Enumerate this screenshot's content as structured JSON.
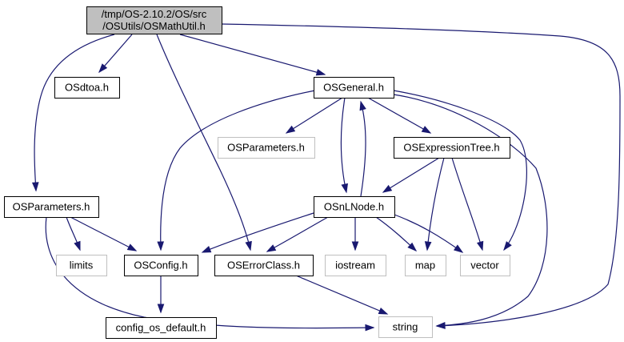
{
  "diagram": {
    "nodes": [
      {
        "id": "main",
        "kind": "main",
        "lines": [
          "/tmp/OS-2.10.2/OS/src",
          "/OSUtils/OSMathUtil.h"
        ]
      },
      {
        "id": "osdtoa",
        "kind": "local",
        "lines": [
          "OSdtoa.h"
        ]
      },
      {
        "id": "osgeneral",
        "kind": "local",
        "lines": [
          "OSGeneral.h"
        ]
      },
      {
        "id": "osparams_sys",
        "kind": "system",
        "lines": [
          "OSParameters.h"
        ]
      },
      {
        "id": "osexprtree",
        "kind": "local",
        "lines": [
          "OSExpressionTree.h"
        ]
      },
      {
        "id": "osparams",
        "kind": "local",
        "lines": [
          "OSParameters.h"
        ]
      },
      {
        "id": "osnlnode",
        "kind": "local",
        "lines": [
          "OSnLNode.h"
        ]
      },
      {
        "id": "limits",
        "kind": "system",
        "lines": [
          "limits"
        ]
      },
      {
        "id": "osconfig",
        "kind": "local",
        "lines": [
          "OSConfig.h"
        ]
      },
      {
        "id": "oserrorclass",
        "kind": "local",
        "lines": [
          "OSErrorClass.h"
        ]
      },
      {
        "id": "iostream",
        "kind": "system",
        "lines": [
          "iostream"
        ]
      },
      {
        "id": "map",
        "kind": "system",
        "lines": [
          "map"
        ]
      },
      {
        "id": "vector",
        "kind": "system",
        "lines": [
          "vector"
        ]
      },
      {
        "id": "configdefault",
        "kind": "local",
        "lines": [
          "config_os_default.h"
        ]
      },
      {
        "id": "string",
        "kind": "system",
        "lines": [
          "string"
        ]
      }
    ],
    "edges": [
      {
        "from": "main",
        "to": "osdtoa"
      },
      {
        "from": "main",
        "to": "osgeneral"
      },
      {
        "from": "main",
        "to": "osparams"
      },
      {
        "from": "main",
        "to": "oserrorclass"
      },
      {
        "from": "main",
        "to": "string"
      },
      {
        "from": "osgeneral",
        "to": "osparams_sys"
      },
      {
        "from": "osgeneral",
        "to": "osexprtree"
      },
      {
        "from": "osgeneral",
        "to": "osnlnode"
      },
      {
        "from": "osgeneral",
        "to": "osconfig"
      },
      {
        "from": "osgeneral",
        "to": "vector"
      },
      {
        "from": "osgeneral",
        "to": "string"
      },
      {
        "from": "osexprtree",
        "to": "osnlnode"
      },
      {
        "from": "osexprtree",
        "to": "map"
      },
      {
        "from": "osexprtree",
        "to": "vector"
      },
      {
        "from": "osnlnode",
        "to": "osgeneral"
      },
      {
        "from": "osnlnode",
        "to": "osconfig"
      },
      {
        "from": "osnlnode",
        "to": "oserrorclass"
      },
      {
        "from": "osnlnode",
        "to": "iostream"
      },
      {
        "from": "osnlnode",
        "to": "map"
      },
      {
        "from": "osnlnode",
        "to": "vector"
      },
      {
        "from": "osparams",
        "to": "limits"
      },
      {
        "from": "osparams",
        "to": "osconfig"
      },
      {
        "from": "osparams",
        "to": "string"
      },
      {
        "from": "osconfig",
        "to": "configdefault"
      },
      {
        "from": "oserrorclass",
        "to": "string"
      }
    ]
  },
  "colors": {
    "edge": "#191970",
    "main_fill": "#bfbfbf",
    "system_border": "#bfbfbf",
    "local_border": "#000000"
  }
}
